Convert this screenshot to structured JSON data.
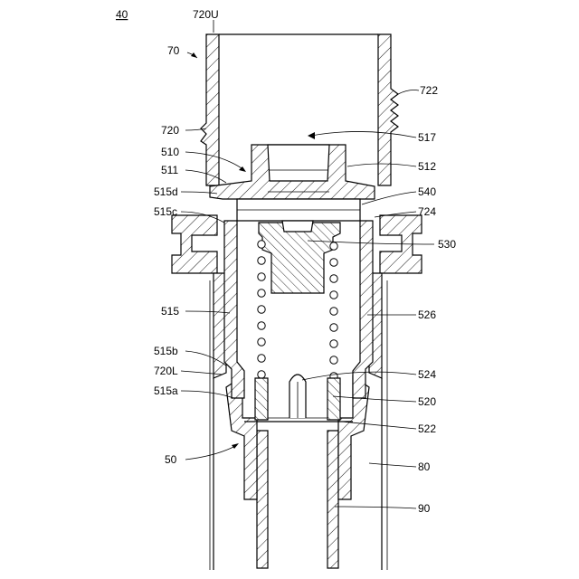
{
  "figure": {
    "number": "40"
  },
  "labels": {
    "l720U": "720U",
    "l70": "70",
    "l722": "722",
    "l720": "720",
    "l517": "517",
    "l510": "510",
    "l512": "512",
    "l511": "511",
    "l515d": "515d",
    "l540": "540",
    "l515c": "515c",
    "l724": "724",
    "l530": "530",
    "l515": "515",
    "l526": "526",
    "l515b": "515b",
    "l720L": "720L",
    "l524": "524",
    "l515a": "515a",
    "l520": "520",
    "l522": "522",
    "l50": "50",
    "l80": "80",
    "l90": "90"
  }
}
